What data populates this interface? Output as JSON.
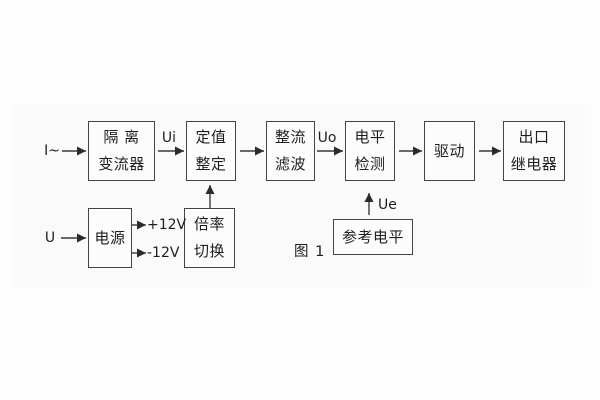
{
  "figure": {
    "caption": "图 1",
    "blocks": {
      "isolation": {
        "line1": "隔 离",
        "line2": "变流器"
      },
      "setting": {
        "line1": "定值",
        "line2": "整定"
      },
      "rectifier": {
        "line1": "整流",
        "line2": "滤波"
      },
      "level": {
        "line1": "电平",
        "line2": "检测"
      },
      "drive": {
        "line1": "驱动"
      },
      "relay": {
        "line1": "出口",
        "line2": "继电器"
      },
      "power": {
        "line1": "电源"
      },
      "ratio": {
        "line1": "倍率",
        "line2": "切换"
      },
      "reference": {
        "line1": "参考电平"
      }
    },
    "signals": {
      "input_current": "I~",
      "input_voltage": "U",
      "ui": "Ui",
      "uo": "Uo",
      "ue": "Ue",
      "plus_12v": "+12V",
      "minus_12v": "-12V"
    },
    "colors": {
      "line": "#3a3a3a",
      "text": "#1e1e1e",
      "background": "#fdfdfd",
      "scan_area": "#fafafa"
    }
  }
}
